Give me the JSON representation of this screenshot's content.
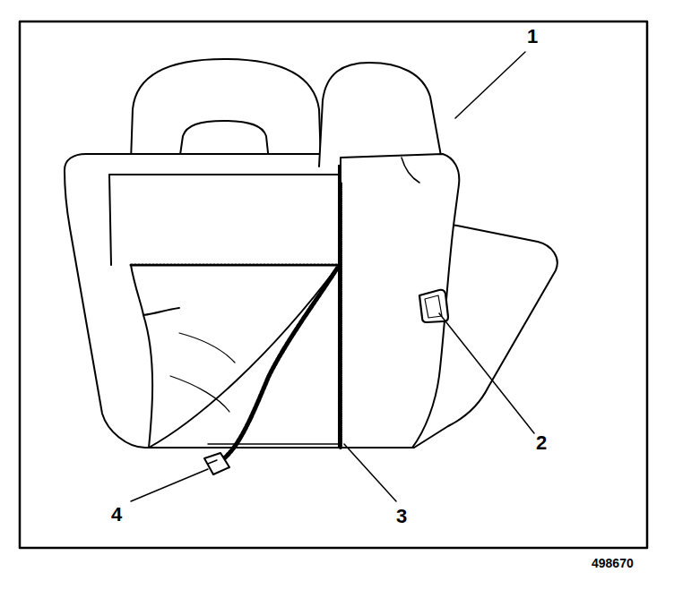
{
  "diagram": {
    "labels": [
      "1",
      "2",
      "3",
      "4",
      "498670"
    ]
  }
}
